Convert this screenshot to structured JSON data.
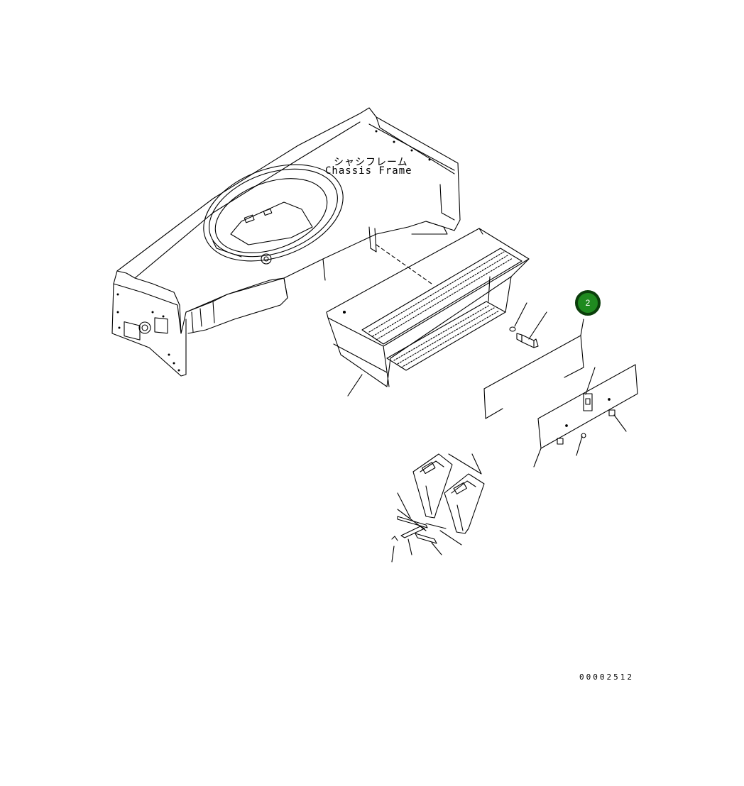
{
  "diagram": {
    "label_ja": "シャシフレーム",
    "label_en": "Chassis Frame",
    "callout_number": "2",
    "drawing_code": "00002512"
  },
  "colors": {
    "line": "#000000",
    "callout_fill": "#1f8a1f",
    "callout_border": "#0b3e0b",
    "background": "#ffffff"
  }
}
